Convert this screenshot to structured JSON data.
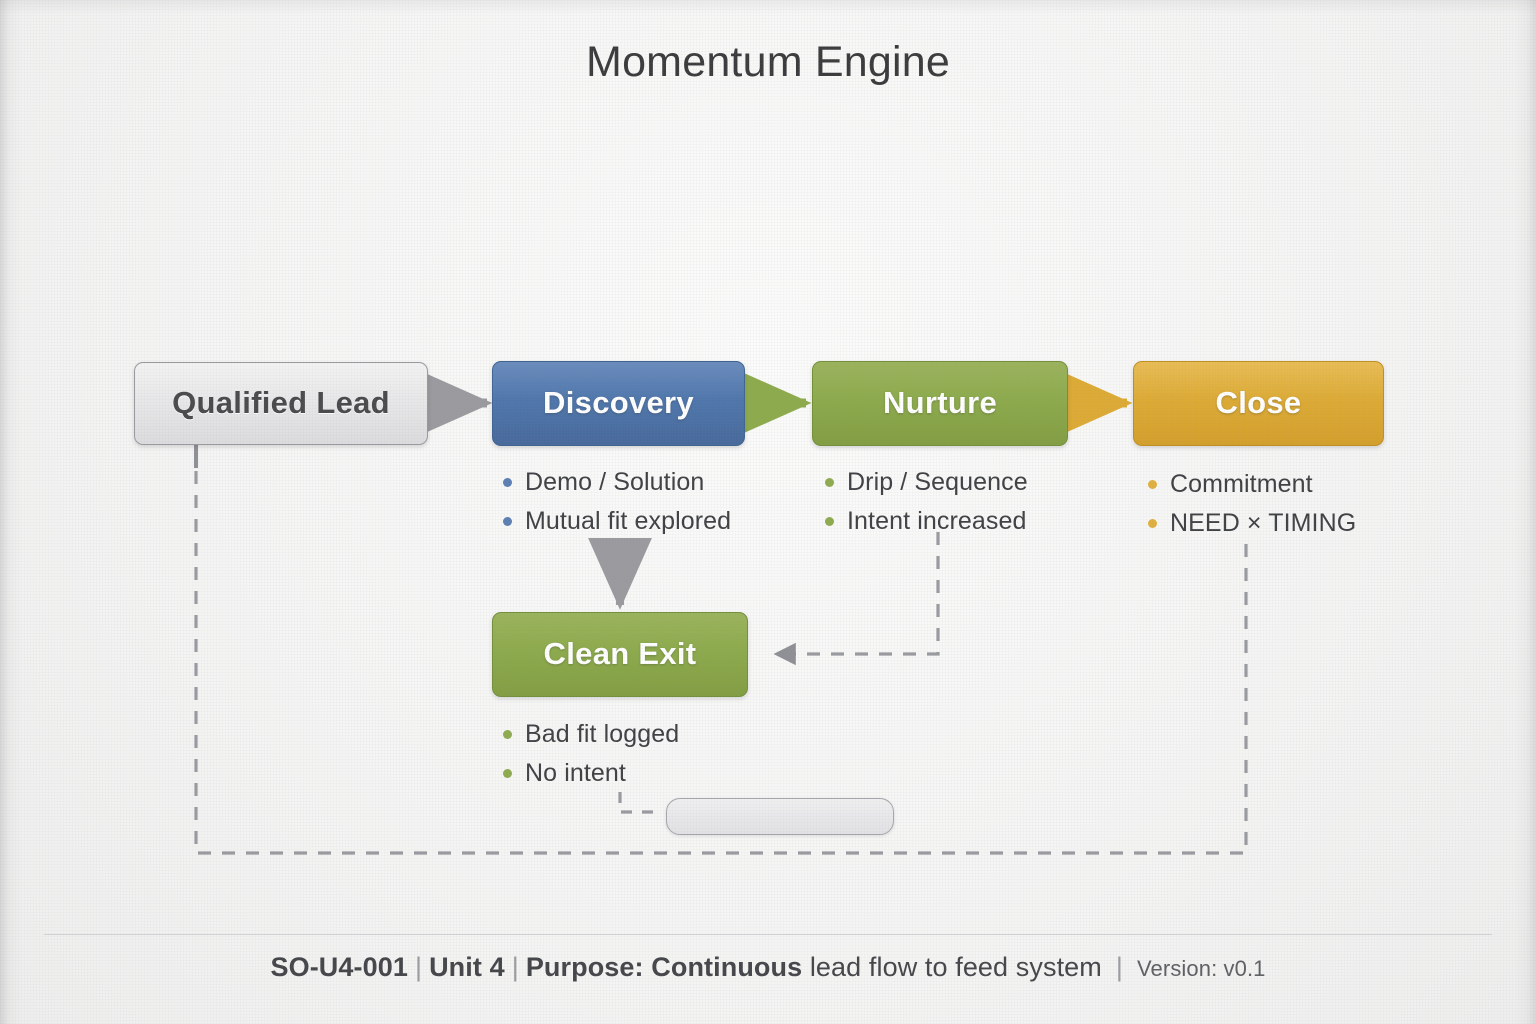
{
  "title": "Momentum Engine",
  "nodes": {
    "qualified_lead": {
      "label": "Qualified Lead",
      "style": "grey"
    },
    "discovery": {
      "label": "Discovery",
      "style": "blue"
    },
    "nurture": {
      "label": "Nurture",
      "style": "green"
    },
    "close": {
      "label": "Close",
      "style": "amber"
    },
    "clean_exit": {
      "label": "Clean Exit",
      "style": "green"
    },
    "placeholder": {
      "label": "",
      "style": "ghost"
    }
  },
  "bullets": {
    "discovery": [
      "Demo / Solution",
      "Mutual fit explored"
    ],
    "nurture": [
      "Drip / Sequence",
      "Intent increased"
    ],
    "close": [
      "Commitment",
      "NEED × TIMING"
    ],
    "clean_exit": [
      "Bad fit logged",
      "No intent"
    ]
  },
  "footer": {
    "code": "SO-U4-001",
    "unit": "Unit 4",
    "purpose_label": "Purpose:",
    "purpose_strong": "Continuous",
    "purpose_rest": "lead flow to feed system",
    "version": "Version: v0.1",
    "separator": "|"
  },
  "colors": {
    "grey_box": "#e6e6e7",
    "blue_box": "#4f77ac",
    "green_box": "#8dab4c",
    "amber_box": "#ddab35",
    "arrow_grey": "#9b9b9f",
    "arrow_green": "#8dab4c",
    "arrow_amber": "#ddab35",
    "dashed": "#9a9ba0",
    "text_dark": "#3f4144",
    "page_bg": "#f5f5f4"
  },
  "chart_data": {
    "type": "diagram",
    "title": "Momentum Engine",
    "flow": [
      {
        "from": "Qualified Lead",
        "to": "Discovery",
        "style": "solid",
        "color": "#9b9b9f"
      },
      {
        "from": "Discovery",
        "to": "Nurture",
        "style": "solid",
        "color": "#8dab4c"
      },
      {
        "from": "Nurture",
        "to": "Close",
        "style": "solid",
        "color": "#ddab35"
      },
      {
        "from": "Discovery",
        "to": "Clean Exit",
        "style": "solid",
        "color": "#9b9b9f"
      },
      {
        "from": "Nurture",
        "to": "Clean Exit",
        "style": "dashed",
        "color": "#9a9ba0"
      },
      {
        "from": "Qualified Lead",
        "to": "Close (loop back)",
        "style": "dashed",
        "color": "#9a9ba0"
      }
    ]
  }
}
